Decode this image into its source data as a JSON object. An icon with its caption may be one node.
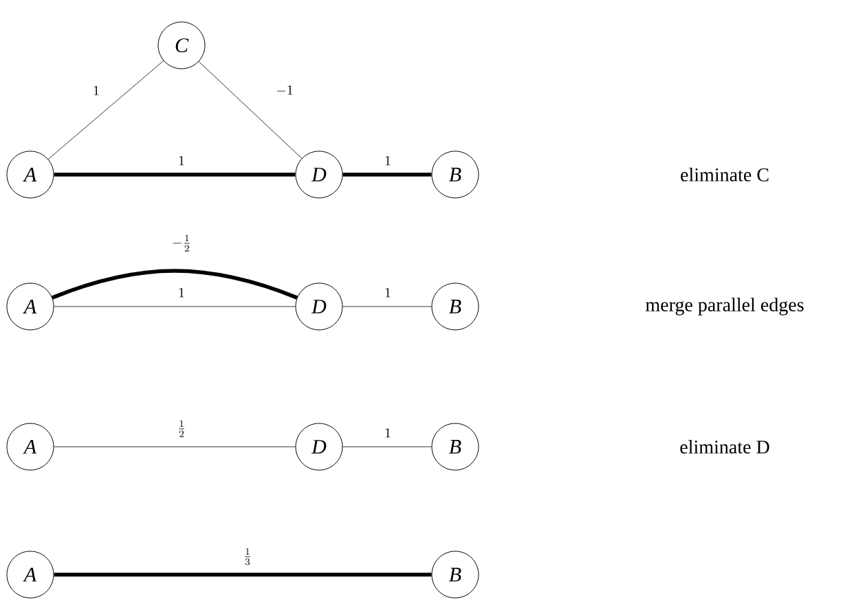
{
  "diagram": {
    "nodes": [
      {
        "text": [
          "C"
        ]
      },
      {
        "text": [
          "A"
        ]
      },
      {
        "text": [
          "D"
        ]
      },
      {
        "text": [
          "B"
        ]
      },
      {
        "text": [
          "A"
        ]
      },
      {
        "text": [
          "D"
        ]
      },
      {
        "text": [
          "B"
        ]
      },
      {
        "text": [
          "A"
        ]
      },
      {
        "text": [
          "D"
        ]
      },
      {
        "text": [
          "B"
        ]
      },
      {
        "text": [
          "A"
        ]
      },
      {
        "text": [
          "B"
        ]
      }
    ],
    "edges": [
      {
        "from": 0,
        "to": 1,
        "arrow": "none",
        "label": "1"
      },
      {
        "from": 0,
        "to": 2,
        "arrow": "none",
        "label": "-1"
      },
      {
        "from": 1,
        "to": 2,
        "arrow": "none",
        "label": "1",
        "style": "thick"
      },
      {
        "from": 2,
        "to": 3,
        "arrow": "none",
        "label": "1",
        "style": "thick"
      },
      {
        "from": 4,
        "to": 5,
        "arrow": "none",
        "label": "-\\frac{1}{2}",
        "style": "thick"
      },
      {
        "from": 4,
        "to": 5,
        "arrow": "none",
        "label": "1"
      },
      {
        "from": 5,
        "to": 6,
        "arrow": "none",
        "label": "1"
      },
      {
        "from": 7,
        "to": 8,
        "arrow": "none",
        "label": "\\frac{1}{2}"
      },
      {
        "from": 8,
        "to": 9,
        "arrow": "none",
        "label": "1"
      },
      {
        "from": 10,
        "to": 11,
        "arrow": "none",
        "label": "\\frac{1}{3}",
        "style": "thick"
      }
    ],
    "labels": [
      "eliminate C",
      "merge parallel edges",
      "eliminate D"
    ]
  }
}
